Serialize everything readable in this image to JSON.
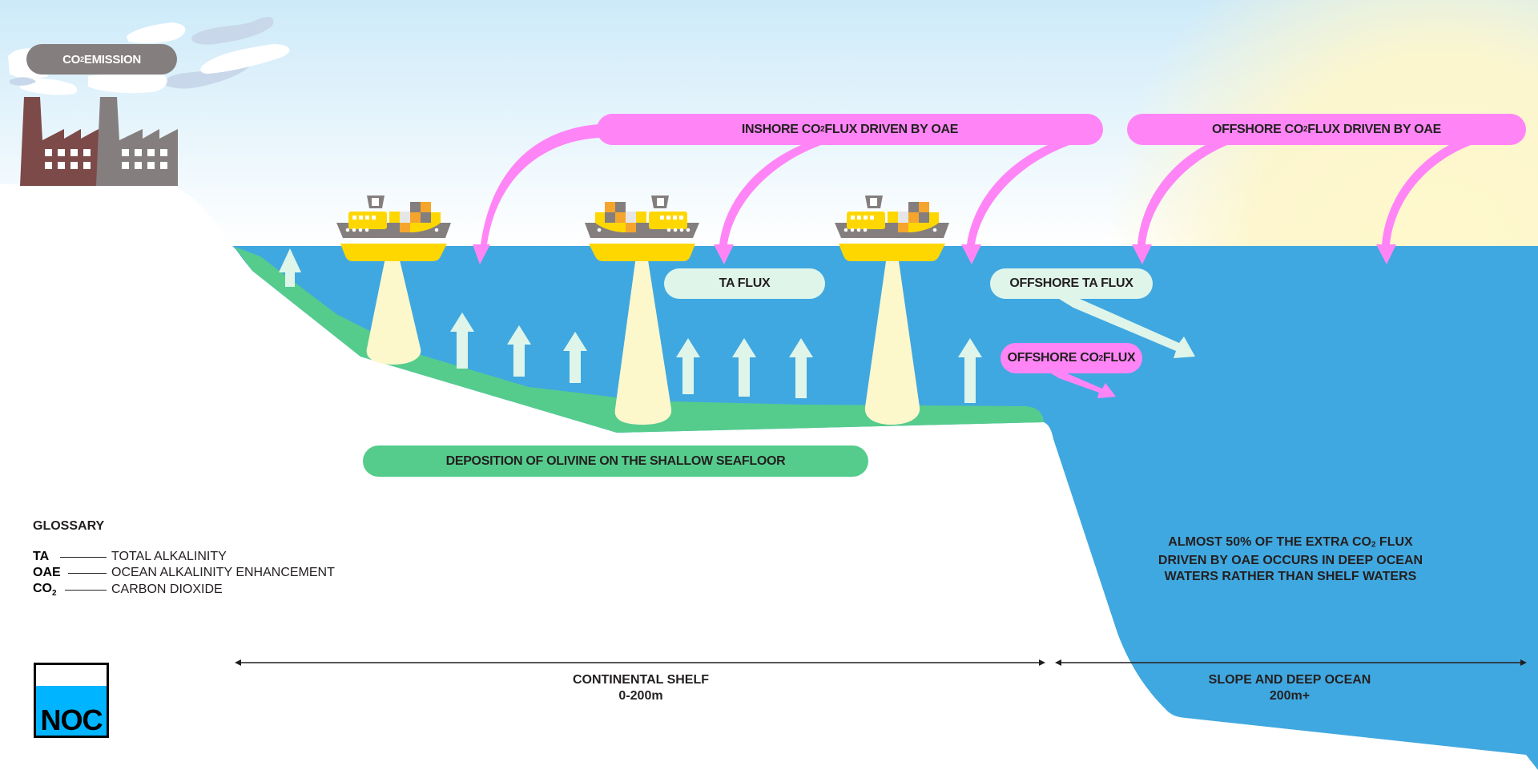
{
  "labels": {
    "co2_emission": [
      "CO",
      "2",
      " EMISSION"
    ],
    "inshore_flux": [
      "INSHORE CO",
      "2",
      " FLUX DRIVEN BY OAE"
    ],
    "offshore_flux": [
      "OFFSHORE CO",
      "2",
      " FLUX DRIVEN BY OAE"
    ],
    "ta_flux": "TA FLUX",
    "offshore_ta_flux": "OFFSHORE TA FLUX",
    "offshore_co2_flux": [
      "OFFSHORE CO",
      "2",
      " FLUX"
    ],
    "deposition": "DEPOSITION OF OLIVINE ON THE SHALLOW SEAFLOOR"
  },
  "glossary": {
    "title": "GLOSSARY",
    "entries": [
      {
        "abbr": "TA",
        "sub": "",
        "definition": "TOTAL ALKALINITY"
      },
      {
        "abbr": "OAE",
        "sub": "",
        "definition": "OCEAN ALKALINITY ENHANCEMENT"
      },
      {
        "abbr": "CO",
        "sub": "2",
        "definition": "CARBON DIOXIDE"
      }
    ]
  },
  "deep_ocean_note": {
    "line1": [
      "ALMOST 50% OF THE EXTRA CO",
      "2",
      " FLUX"
    ],
    "line2": "DRIVEN BY OAE OCCURS IN DEEP OCEAN",
    "line3": "WATERS RATHER THAN SHELF WATERS"
  },
  "zones": {
    "shelf": {
      "name": "CONTINENTAL SHELF",
      "depth": "0-200m"
    },
    "deep": {
      "name": "SLOPE AND DEEP OCEAN",
      "depth": "200m+"
    }
  },
  "logo": {
    "text": "NOC"
  },
  "colors": {
    "flux_pink": "#ff85f7",
    "olivine_green": "#55cc8c",
    "ta_mint": "#dff5ea",
    "ship_yellow": "#ffd700",
    "ship_grey": "#847f7e",
    "beam_cream": "#fdf7cc",
    "noc_blue": "#00b4ff"
  }
}
